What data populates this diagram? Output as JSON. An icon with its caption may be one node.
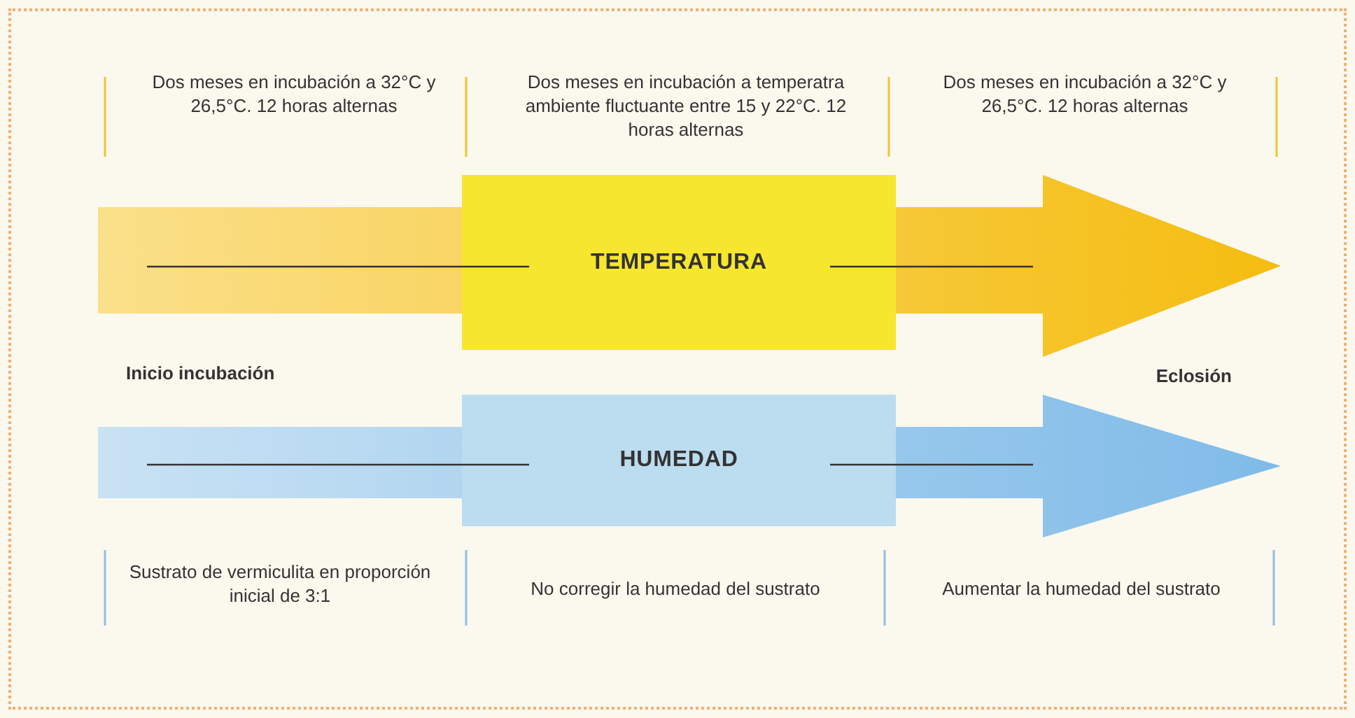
{
  "diagram": {
    "nodes": [
      {
        "text": [
          "TEMPERATURA"
        ]
      },
      {
        "text": [
          "HUMEDAD"
        ]
      }
    ],
    "labels": [
      "Dos meses en incubación a 32°C y 26,5°C. 12 horas alternas",
      "Dos meses en incubación a temperatra ambiente fluctuante entre 15 y 22°C. 12 horas alternas",
      "Dos meses en incubación a 32°C y 26,5°C. 12 horas alternas",
      "Inicio incubación",
      "Eclosión",
      "Sustrato de vermiculita en proporción inicial de 3:1",
      "No corregir la humedad del sustrato",
      "Aumentar la humedad del sustrato"
    ]
  }
}
